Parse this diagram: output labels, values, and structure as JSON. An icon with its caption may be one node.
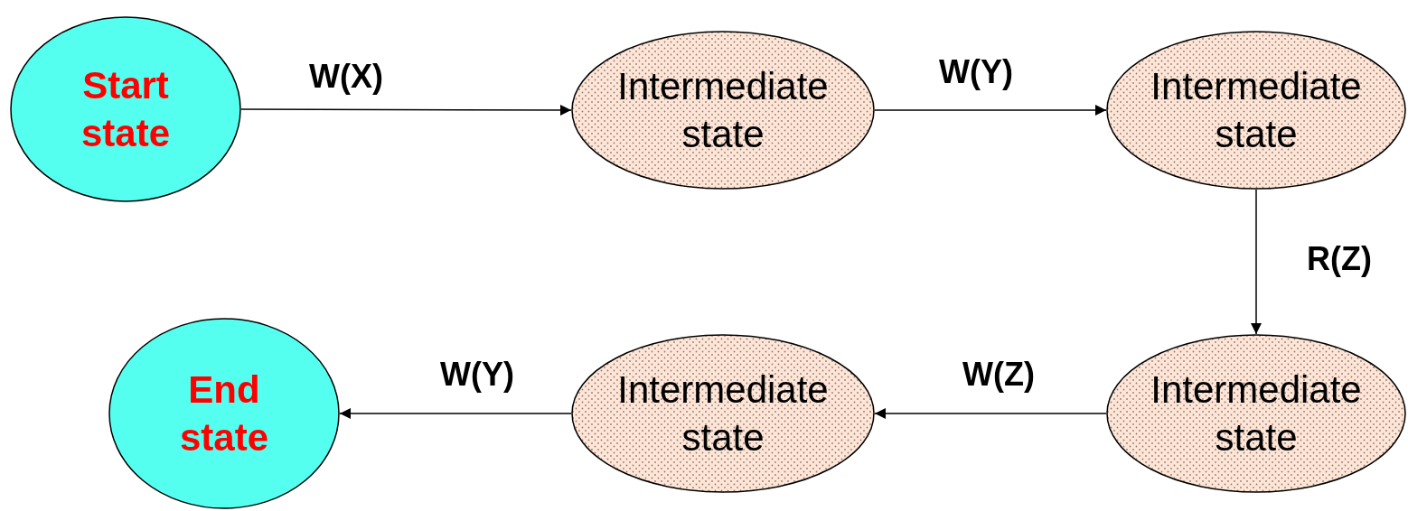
{
  "diagram": {
    "nodes": [
      {
        "text": [
          "Start state"
        ]
      },
      {
        "text": [
          "Intermediate state"
        ]
      },
      {
        "text": [
          "Intermediate state"
        ]
      },
      {
        "text": [
          "Intermediate state"
        ]
      },
      {
        "text": [
          "Intermediate state"
        ]
      },
      {
        "text": [
          "End state"
        ]
      }
    ],
    "edges": [
      {
        "from": 0,
        "to": 1,
        "arrow": "to",
        "label": "W(X)"
      },
      {
        "from": 1,
        "to": 2,
        "arrow": "to",
        "label": "W(Y)"
      },
      {
        "from": 2,
        "to": 3,
        "arrow": "to",
        "label": "R(Z)"
      },
      {
        "from": 3,
        "to": 4,
        "arrow": "to",
        "label": "W(Z)"
      },
      {
        "from": 4,
        "to": 5,
        "arrow": "to",
        "label": "W(Y)"
      }
    ]
  }
}
